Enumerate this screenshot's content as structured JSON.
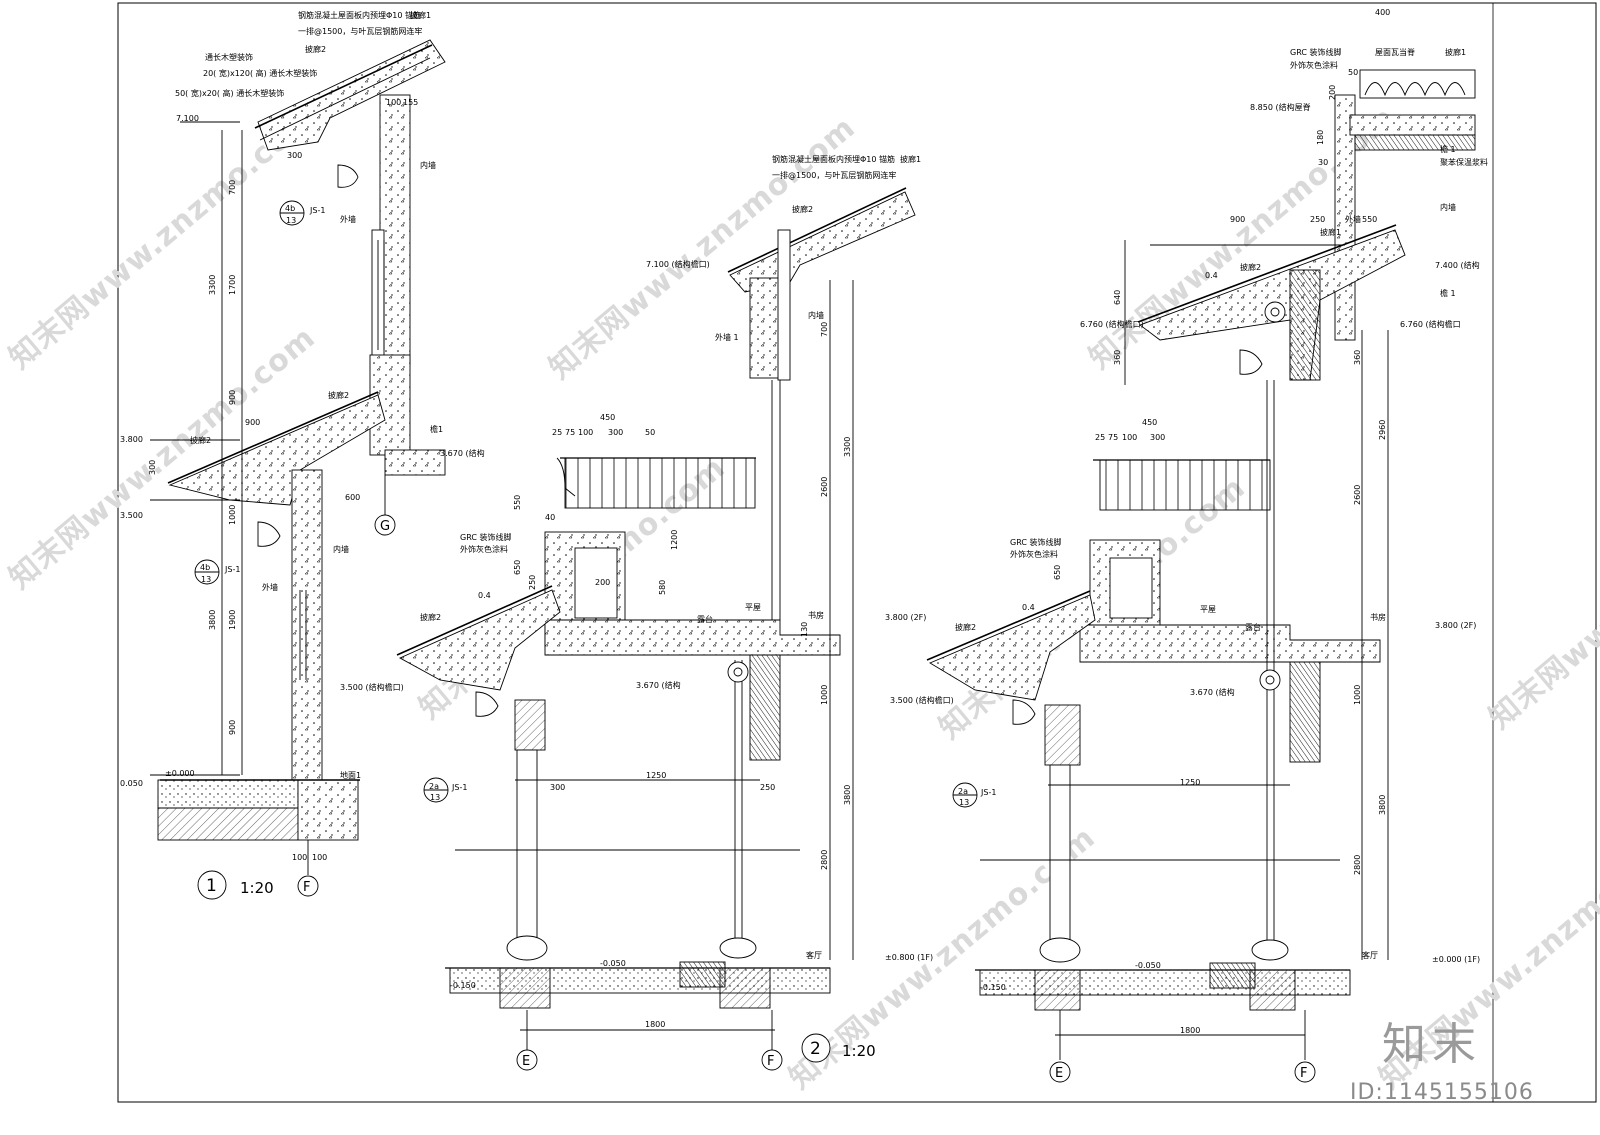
{
  "watermark": {
    "text": "知末网www.znzmo.com",
    "brand": "知末",
    "doc_id": "ID:1145155106"
  },
  "section1": {
    "number": "1",
    "scale": "1:20",
    "axis_bottom": "F",
    "axis_mid": "G",
    "notes": {
      "roof_rc": "钢筋混凝土屋面板内预埋Φ10 锚筋",
      "roof_rc2": "一排@1500，与叶瓦层钢筋网连牢",
      "wood_trim1": "通长木塑装饰",
      "wood_trim2": "20( 宽)x120( 高) 通长木塑装饰",
      "wood_trim3": "50( 宽)x20( 高) 通长木塑装饰",
      "tile_top": "披廊1",
      "tile_2": "披廊2",
      "tile_3": "披廊2",
      "tile_4": "披廊2",
      "inner_wall": "内墙",
      "outer_wall": "外墙",
      "inner_wall2": "内墙",
      "outer_wall2": "外墙",
      "floor": "地面1",
      "beam": "檐1",
      "struct": "3.670 (结构",
      "detail_top_num": "4b",
      "detail_top_sheet": "13",
      "detail_top_tag": "JS-1",
      "detail_bot_num": "4b",
      "detail_bot_sheet": "13",
      "detail_bot_tag": "JS-1"
    },
    "dims": {
      "d300a": "300",
      "d100": "100",
      "d155": "155",
      "d700": "700",
      "d3300": "3300",
      "d1700": "1700",
      "d900a": "900",
      "d900b": "900",
      "d600": "600",
      "d300b": "300",
      "d1000": "1000",
      "d3800": "3800",
      "d1900": "1900",
      "d900c": "900",
      "d100b": "100",
      "d100c": "100"
    },
    "levels": {
      "l7100": "7.100",
      "l3800": "3.800",
      "l3500": "3.500",
      "l0000": "±0.000",
      "l0050": "0.050"
    }
  },
  "section2": {
    "number": "2",
    "scale": "1:20",
    "axis_e": "E",
    "axis_f": "F",
    "notes": {
      "roof_rc": "钢筋混凝土屋面板内预埋Φ10 锚筋",
      "roof_rc2": "一排@1500，与叶瓦层钢筋网连牢",
      "tile_top": "披廊1",
      "tile_mid": "披廊2",
      "tile_low": "披廊2",
      "inner_wall": "内墙",
      "outer_wall": "外墙 1",
      "grc": "GRC 装饰线脚",
      "grc2": "外饰灰色涂料",
      "terrace": "露台",
      "flat_roof": "平屋",
      "study": "书房",
      "living": "客厅",
      "struct": "3.670 (结构",
      "detail_num": "2a",
      "detail_sheet": "13",
      "detail_tag": "JS-1",
      "slope": "0.4"
    },
    "dims": {
      "d450": "450",
      "d25": "25",
      "d75": "75",
      "d100": "100",
      "d300": "300",
      "d50": "50",
      "d550": "550",
      "d40": "40",
      "d650": "650",
      "d250": "250",
      "d1200": "1200",
      "d580": "580",
      "d200": "200",
      "d130": "130",
      "d1250": "1250",
      "d300b": "300",
      "d250b": "250",
      "d1800": "1800",
      "d700": "700",
      "d3300": "3300",
      "d2600": "2600",
      "d1000": "1000",
      "d3800": "3800",
      "d2800": "2800"
    },
    "levels": {
      "l7100": "7.100  (结构檐口)",
      "l3800": "3.800  (2F)",
      "l3500": "3.500  (结构檐口)",
      "l0000": "±0.800  (1F)",
      "l0050": "-0.050",
      "l0150": "-0.150"
    }
  },
  "section3": {
    "axis_e": "E",
    "axis_f": "F",
    "notes": {
      "grc_top": "GRC 装饰线脚",
      "grc_top2": "外饰灰色涂料",
      "ridge": "屋面瓦当脊",
      "tile_top": "披廊1",
      "beam": "檐 1",
      "insul": "聚苯保温浆料",
      "inner_wall": "内墙",
      "outer_wall": "外墙",
      "tile_mid": "披廊2",
      "tile_mid2": "披廊1",
      "tile_low": "披廊2",
      "grc": "GRC 装饰线脚",
      "grc2": "外饰灰色涂料",
      "terrace": "露台",
      "flat_roof": "平屋",
      "study": "书房",
      "living": "客厅",
      "struct": "3.670 (结构",
      "detail_num": "2a",
      "detail_sheet": "13",
      "detail_tag": "JS-1",
      "slope": "0.4",
      "slope2": "0.4"
    },
    "dims": {
      "d400": "400",
      "d50": "50",
      "d200": "200",
      "d180": "180",
      "d30": "30",
      "d900": "900",
      "d250": "250",
      "d550": "550",
      "d640": "640",
      "d360": "360",
      "d450": "450",
      "d25": "25",
      "d75": "75",
      "d100": "100",
      "d300": "300",
      "d650": "650",
      "d1250": "1250",
      "d1800": "1800",
      "d2960": "2960",
      "d2600": "2600",
      "d360b": "360",
      "d1000": "1000",
      "d3800": "3800",
      "d2800": "2800"
    },
    "levels": {
      "l8850": "8.850  (结构屋脊",
      "l7400": "7.400  (结构",
      "l6760": "6.760  (结构檐口)",
      "l6760r": "6.760  (结构檐口",
      "l3800": "3.800  (2F)",
      "l3500": "3.500  (结构檐口)",
      "l0000": "±0.000  (1F)",
      "l0050": "-0.050",
      "l0150": "-0.150"
    }
  }
}
